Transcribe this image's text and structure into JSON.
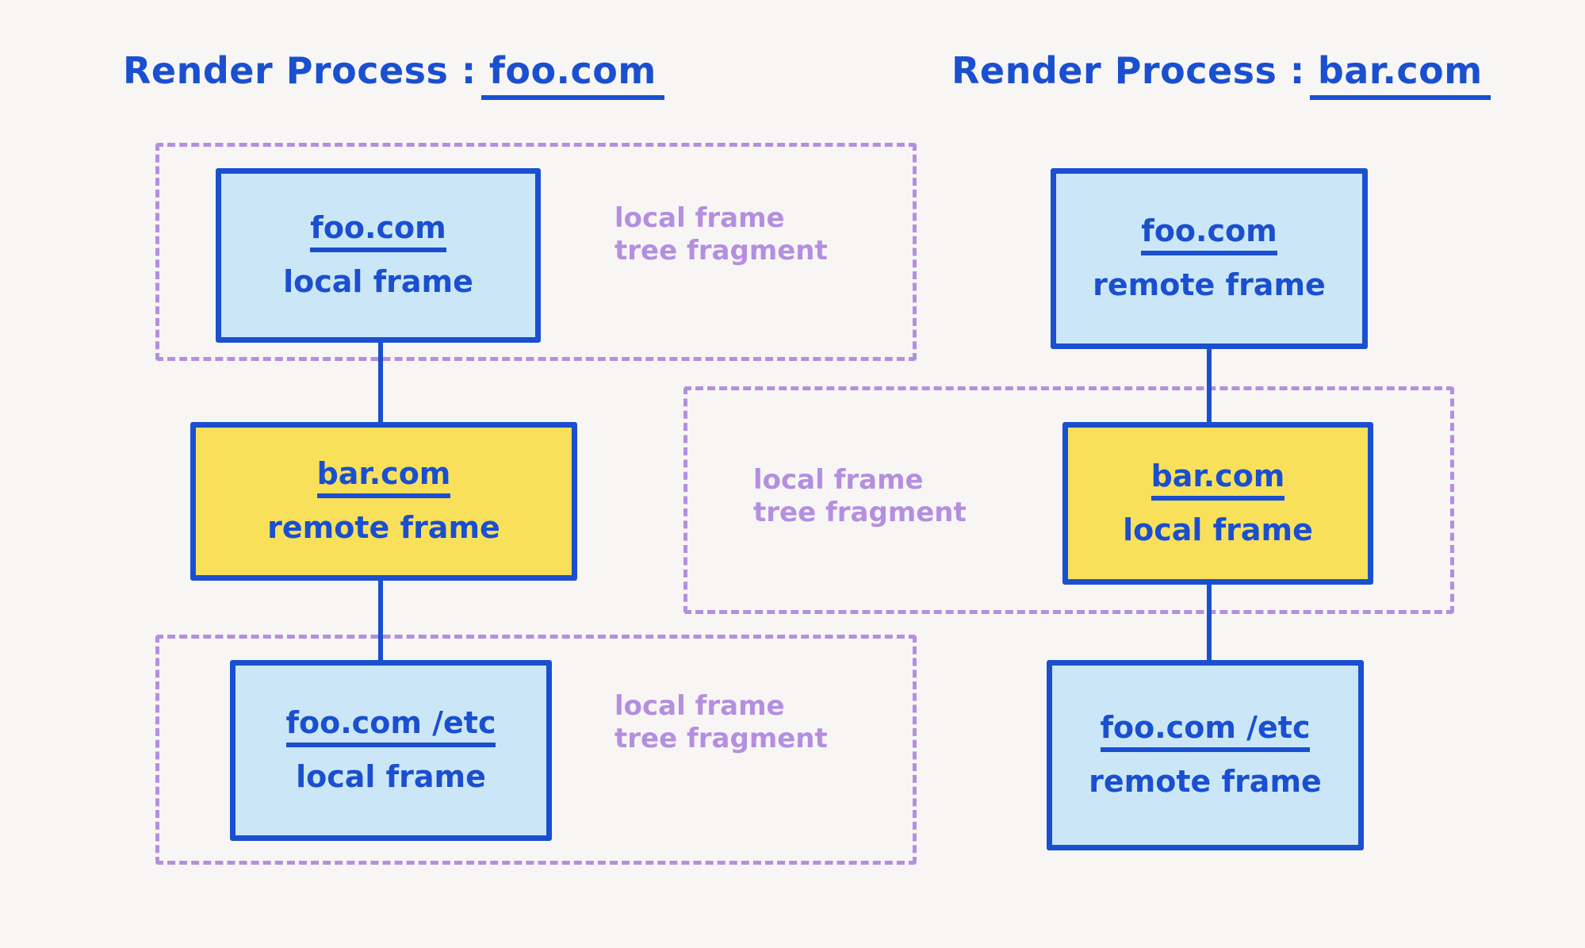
{
  "canvas": {
    "background": "#f7f6f4",
    "ink": "#1a4fd0",
    "blue_fill": "#cbe7f7",
    "yellow_fill": "#f8e05a",
    "purple": "#b48fe0",
    "blue_highlight": "#a9d9f5",
    "yellow_highlight": "#f9e24f"
  },
  "columns": [
    {
      "header_prefix": "Render Process :",
      "header_value": "foo.com",
      "boxes": [
        {
          "url": "foo.com",
          "kind": "local frame"
        },
        {
          "url": "bar.com",
          "kind": "remote frame"
        },
        {
          "url": "foo.com /etc",
          "kind": "local frame"
        }
      ],
      "fragments": [
        {
          "label": "local frame\ntree fragment"
        },
        {
          "label": "local frame\ntree fragment"
        }
      ]
    },
    {
      "header_prefix": "Render Process :",
      "header_value": "bar.com",
      "boxes": [
        {
          "url": "foo.com",
          "kind": "remote frame"
        },
        {
          "url": "bar.com",
          "kind": "local frame"
        },
        {
          "url": "foo.com /etc",
          "kind": "remote frame"
        }
      ],
      "fragments": [
        {
          "label": "local frame\ntree fragment"
        }
      ]
    }
  ]
}
